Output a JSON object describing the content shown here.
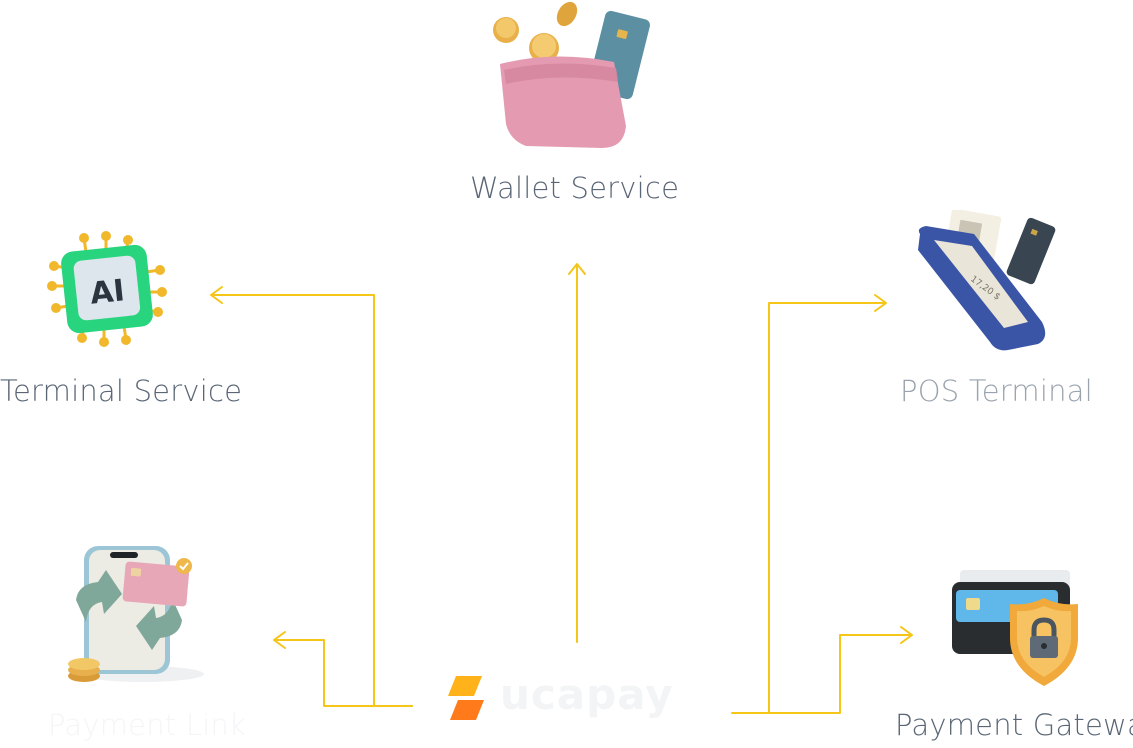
{
  "nodes": {
    "wallet_service": {
      "label": "Wallet Service",
      "icon": "wallet-icon"
    },
    "terminal_service": {
      "label": "Terminal Service",
      "icon": "ai-chip-icon"
    },
    "pos_terminal": {
      "label": "POS Terminal",
      "icon": "pos-terminal-icon"
    },
    "payment_link": {
      "label": "Payment Link",
      "icon": "phone-payment-icon"
    },
    "payment_gateway": {
      "label": "Payment Gateway",
      "icon": "secure-wallet-icon"
    }
  },
  "hub": {
    "brand": "ucapay",
    "icon": "lightning-logo-icon"
  },
  "colors": {
    "connector": "#f5c518",
    "label": "#5a6676",
    "label_muted": "#9aa3ae",
    "logo_top": "#ffb21a",
    "logo_bottom": "#ff7a1a"
  }
}
